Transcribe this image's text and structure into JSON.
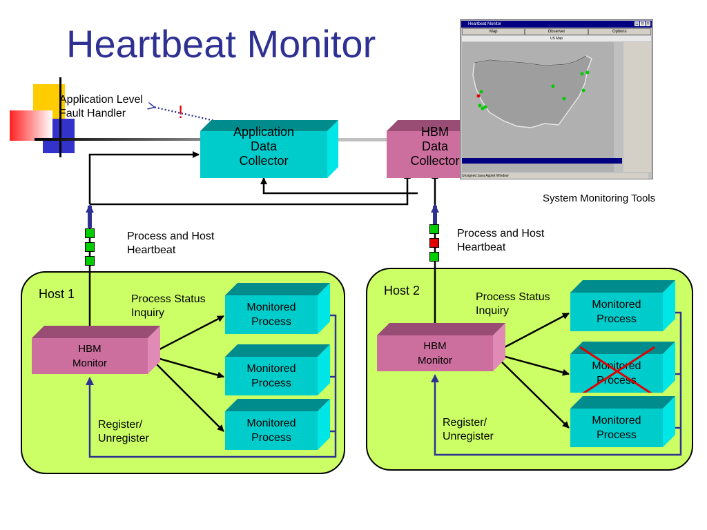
{
  "title": "Heartbeat Monitor",
  "labels": {
    "fault_handler": "Application Level\nFault Handler",
    "alert_mark": "!",
    "heartbeat_left": "Process and Host\nHeartbeat",
    "heartbeat_right": "Process and Host\nHeartbeat",
    "system_tools": "System Monitoring Tools"
  },
  "collectors": {
    "app": "Application\nData\nCollector",
    "hbm": "HBM\nData\nCollector"
  },
  "hosts": [
    {
      "name": "Host 1",
      "monitor": "HBM\nMonitor",
      "inquiry": "Process Status\nInquiry",
      "register": "Register/\nUnregister",
      "processes": [
        "Monitored\nProcess",
        "Monitored\nProcess",
        "Monitored\nProcess"
      ]
    },
    {
      "name": "Host 2",
      "monitor": "HBM\nMonitor",
      "inquiry": "Process Status\nInquiry",
      "register": "Register/\nUnregister",
      "processes": [
        "Monitored\nProcess",
        "Monitored\nProcess",
        "Monitored\nProcess"
      ]
    }
  ],
  "applet": {
    "window_title": "Heartbeat Monitor",
    "tabs": [
      "Map",
      "Observer",
      "Options"
    ],
    "subtitle": "US Map",
    "status": "Unsigned Java Applet Window"
  },
  "colors": {
    "title": "#2e3192",
    "host_panel": "#ccff66",
    "collector_teal": "#00cccc",
    "collector_pink": "#cc6f9e",
    "heartbeat_ok": "#00cc00",
    "heartbeat_fail": "#e00000",
    "failed_cross": "#e00000",
    "link_blue": "#2e3192"
  },
  "heartbeats": {
    "left": [
      "ok",
      "ok",
      "ok"
    ],
    "right": [
      "ok",
      "fail",
      "ok"
    ]
  }
}
